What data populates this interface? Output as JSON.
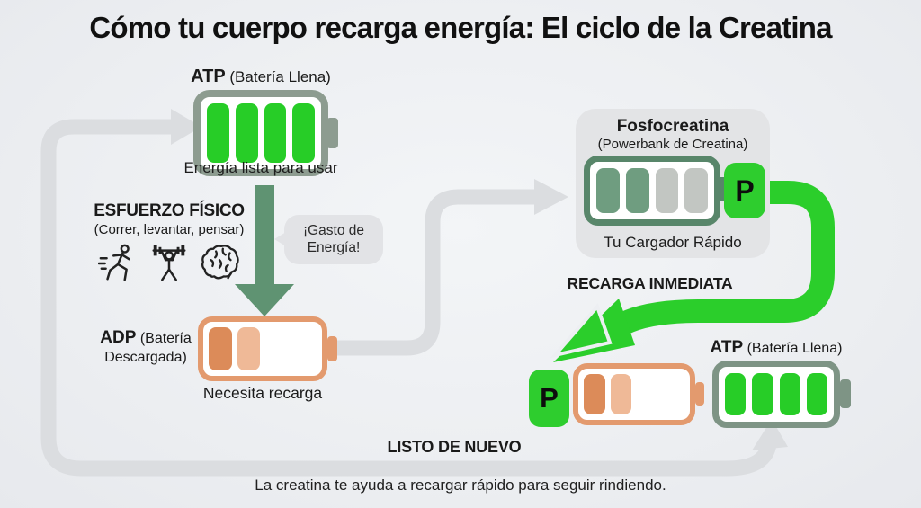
{
  "title": "Cómo tu cuerpo recarga energía: El ciclo de la Creatina",
  "atp_top": {
    "name": "ATP",
    "note": "(Batería Llena)",
    "caption": "Energía lista para usar",
    "battery": [
      "green",
      "green",
      "green",
      "green"
    ]
  },
  "esfuerzo": {
    "title": "ESFUERZO FÍSICO",
    "subtitle": "(Correr, levantar, pensar)",
    "icons": [
      "runner-icon",
      "weightlifter-icon",
      "brain-icon"
    ]
  },
  "gasto": {
    "text": "¡Gasto de Energía!"
  },
  "adp": {
    "name": "ADP",
    "note": "(Batería Descargada)",
    "caption": "Necesita recarga",
    "battery": [
      "orange_dark",
      "orange_light",
      "empty",
      "empty"
    ]
  },
  "fosfocreatina": {
    "title": "Fosfocreatina",
    "subtitle": "(Powerbank de Creatina)",
    "caption": "Tu Cargador Rápido",
    "p_badge": "P",
    "battery": [
      "sage",
      "sage",
      "gray",
      "gray"
    ]
  },
  "recarga": {
    "label": "RECARGA INMEDIATA"
  },
  "atp_new": {
    "name": "ATP",
    "note": "(Batería Llena)",
    "p_badge": "P",
    "battery_spent": [
      "orange_dark",
      "orange_light",
      "empty",
      "empty"
    ],
    "battery_full": [
      "green",
      "green",
      "green",
      "green"
    ]
  },
  "listo": {
    "label": "LISTO DE NUEVO"
  },
  "footer": "La creatina te ayuda a recargar rápido para seguir rindiendo.",
  "colors": {
    "bright_green": "#27cd27",
    "sage_green_arrow": "#5f9372",
    "sage_fill": "#6f9d80",
    "gray_fill": "#c2c6c2",
    "orange_border": "#e39a6e",
    "orange_dark": "#dc8b59",
    "orange_light": "#efb997",
    "flow_gray": "#dbdde0",
    "card_gray": "#e3e4e6",
    "background": "#edeff2"
  }
}
